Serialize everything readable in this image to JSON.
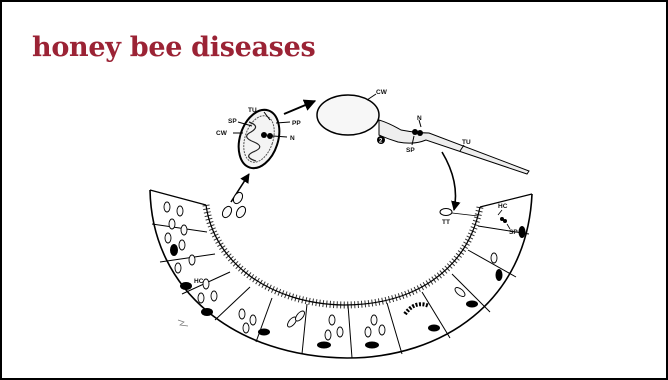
{
  "slide": {
    "title": "honey bee diseases",
    "title_color": "#9b2335"
  },
  "diagram": {
    "spore_labels": {
      "tubule": "TU",
      "sporoplasm": "SP",
      "polar_plast": "PP",
      "cell_wall": "CW",
      "nucleus": "N"
    },
    "germinating": {
      "cell_wall": "CW",
      "step_number": "2",
      "nucleus": "N",
      "sporoplasm": "SP",
      "tubule": "TU"
    },
    "gut_labels": {
      "tube_tip": "TT",
      "host_cell": "HC",
      "sporoplasm": "SP",
      "host_cell_left": "HC"
    }
  }
}
